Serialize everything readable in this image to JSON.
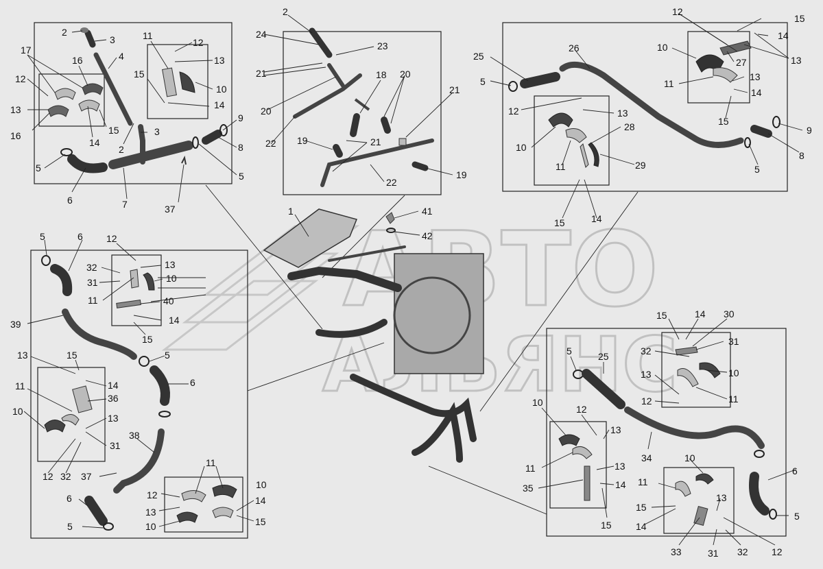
{
  "watermark": {
    "line1": "АВТО",
    "line2": "АЛЬЯНС"
  },
  "labels": [
    {
      "id": "tl-2a",
      "text": "2"
    },
    {
      "id": "tl-3a",
      "text": "3"
    },
    {
      "id": "tl-4",
      "text": "4"
    },
    {
      "id": "tl-17",
      "text": "17"
    },
    {
      "id": "tl-16a",
      "text": "16"
    },
    {
      "id": "tl-12a",
      "text": "12"
    },
    {
      "id": "tl-13a",
      "text": "13"
    },
    {
      "id": "tl-16b",
      "text": "16"
    },
    {
      "id": "tl-15a",
      "text": "15"
    },
    {
      "id": "tl-14a",
      "text": "14"
    },
    {
      "id": "tl-2b",
      "text": "2"
    },
    {
      "id": "tl-3b",
      "text": "3"
    },
    {
      "id": "tl-11a",
      "text": "11"
    },
    {
      "id": "tl-12b",
      "text": "12"
    },
    {
      "id": "tl-13b",
      "text": "13"
    },
    {
      "id": "tl-15b",
      "text": "15"
    },
    {
      "id": "tl-10a",
      "text": "10"
    },
    {
      "id": "tl-14b",
      "text": "14"
    },
    {
      "id": "tl-9",
      "text": "9"
    },
    {
      "id": "tl-8",
      "text": "8"
    },
    {
      "id": "tl-5a",
      "text": "5"
    },
    {
      "id": "tl-5b",
      "text": "5"
    },
    {
      "id": "tl-6",
      "text": "6"
    },
    {
      "id": "tl-7",
      "text": "7"
    },
    {
      "id": "tl-37",
      "text": "37"
    },
    {
      "id": "tc-2",
      "text": "2"
    },
    {
      "id": "tc-24",
      "text": "24"
    },
    {
      "id": "tc-23",
      "text": "23"
    },
    {
      "id": "tc-21a",
      "text": "21"
    },
    {
      "id": "tc-18",
      "text": "18"
    },
    {
      "id": "tc-20a",
      "text": "20"
    },
    {
      "id": "tc-20b",
      "text": "20"
    },
    {
      "id": "tc-21b",
      "text": "21"
    },
    {
      "id": "tc-22a",
      "text": "22"
    },
    {
      "id": "tc-19a",
      "text": "19"
    },
    {
      "id": "tc-21c",
      "text": "21"
    },
    {
      "id": "tc-19b",
      "text": "19"
    },
    {
      "id": "tc-22b",
      "text": "22"
    },
    {
      "id": "tr-12",
      "text": "12"
    },
    {
      "id": "tr-15a",
      "text": "15"
    },
    {
      "id": "tr-14a",
      "text": "14"
    },
    {
      "id": "tr-13a",
      "text": "13"
    },
    {
      "id": "tr-10a",
      "text": "10"
    },
    {
      "id": "tr-27",
      "text": "27"
    },
    {
      "id": "tr-26",
      "text": "26"
    },
    {
      "id": "tr-25",
      "text": "25"
    },
    {
      "id": "tr-5a",
      "text": "5"
    },
    {
      "id": "tr-11a",
      "text": "11"
    },
    {
      "id": "tr-13b",
      "text": "13"
    },
    {
      "id": "tr-14b",
      "text": "14"
    },
    {
      "id": "tr-15b",
      "text": "15"
    },
    {
      "id": "tr-12b",
      "text": "12"
    },
    {
      "id": "tr-13c",
      "text": "13"
    },
    {
      "id": "tr-28",
      "text": "28"
    },
    {
      "id": "tr-10b",
      "text": "10"
    },
    {
      "id": "tr-11b",
      "text": "11"
    },
    {
      "id": "tr-29",
      "text": "29"
    },
    {
      "id": "tr-9",
      "text": "9"
    },
    {
      "id": "tr-8",
      "text": "8"
    },
    {
      "id": "tr-5b",
      "text": "5"
    },
    {
      "id": "tr-15c",
      "text": "15"
    },
    {
      "id": "tr-14c",
      "text": "14"
    },
    {
      "id": "c-1",
      "text": "1"
    },
    {
      "id": "c-41",
      "text": "41"
    },
    {
      "id": "c-42",
      "text": "42"
    },
    {
      "id": "bl-5a",
      "text": "5"
    },
    {
      "id": "bl-6a",
      "text": "6"
    },
    {
      "id": "bl-12a",
      "text": "12"
    },
    {
      "id": "bl-32a",
      "text": "32"
    },
    {
      "id": "bl-13a",
      "text": "13"
    },
    {
      "id": "bl-31a",
      "text": "31"
    },
    {
      "id": "bl-10a",
      "text": "10"
    },
    {
      "id": "bl-11a",
      "text": "11"
    },
    {
      "id": "bl-40",
      "text": "40"
    },
    {
      "id": "bl-14a",
      "text": "14"
    },
    {
      "id": "bl-15a",
      "text": "15"
    },
    {
      "id": "bl-39",
      "text": "39"
    },
    {
      "id": "bl-5b",
      "text": "5"
    },
    {
      "id": "bl-6b",
      "text": "6"
    },
    {
      "id": "bl-13b",
      "text": "13"
    },
    {
      "id": "bl-15b",
      "text": "15"
    },
    {
      "id": "bl-14b",
      "text": "14"
    },
    {
      "id": "bl-11b",
      "text": "11"
    },
    {
      "id": "bl-36",
      "text": "36"
    },
    {
      "id": "bl-10b",
      "text": "10"
    },
    {
      "id": "bl-13c",
      "text": "13"
    },
    {
      "id": "bl-31b",
      "text": "31"
    },
    {
      "id": "bl-12b",
      "text": "12"
    },
    {
      "id": "bl-32b",
      "text": "32"
    },
    {
      "id": "bl-38",
      "text": "38"
    },
    {
      "id": "bl-37",
      "text": "37"
    },
    {
      "id": "bl-11c",
      "text": "11"
    },
    {
      "id": "bl-10c",
      "text": "10"
    },
    {
      "id": "bl-12c",
      "text": "12"
    },
    {
      "id": "bl-14c",
      "text": "14"
    },
    {
      "id": "bl-13d",
      "text": "13"
    },
    {
      "id": "bl-15c",
      "text": "15"
    },
    {
      "id": "bl-6c",
      "text": "6"
    },
    {
      "id": "bl-10d",
      "text": "10"
    },
    {
      "id": "bl-5c",
      "text": "5"
    },
    {
      "id": "br-15a",
      "text": "15"
    },
    {
      "id": "br-14a",
      "text": "14"
    },
    {
      "id": "br-30",
      "text": "30"
    },
    {
      "id": "br-31a",
      "text": "31"
    },
    {
      "id": "br-5a",
      "text": "5"
    },
    {
      "id": "br-25",
      "text": "25"
    },
    {
      "id": "br-32a",
      "text": "32"
    },
    {
      "id": "br-10a",
      "text": "10"
    },
    {
      "id": "br-13a",
      "text": "13"
    },
    {
      "id": "br-11a",
      "text": "11"
    },
    {
      "id": "br-12a",
      "text": "12"
    },
    {
      "id": "br-10b",
      "text": "10"
    },
    {
      "id": "br-12b",
      "text": "12"
    },
    {
      "id": "br-13b",
      "text": "13"
    },
    {
      "id": "br-34",
      "text": "34"
    },
    {
      "id": "br-10c",
      "text": "10"
    },
    {
      "id": "br-6",
      "text": "6"
    },
    {
      "id": "br-11b",
      "text": "11"
    },
    {
      "id": "br-13c",
      "text": "13"
    },
    {
      "id": "br-35",
      "text": "35"
    },
    {
      "id": "br-14b",
      "text": "14"
    },
    {
      "id": "br-11c",
      "text": "11"
    },
    {
      "id": "br-15b",
      "text": "15"
    },
    {
      "id": "br-13d",
      "text": "13"
    },
    {
      "id": "br-15c",
      "text": "15"
    },
    {
      "id": "br-14c",
      "text": "14"
    },
    {
      "id": "br-5b",
      "text": "5"
    },
    {
      "id": "br-33",
      "text": "33"
    },
    {
      "id": "br-31b",
      "text": "31"
    },
    {
      "id": "br-32b",
      "text": "32"
    },
    {
      "id": "br-12c",
      "text": "12"
    }
  ]
}
